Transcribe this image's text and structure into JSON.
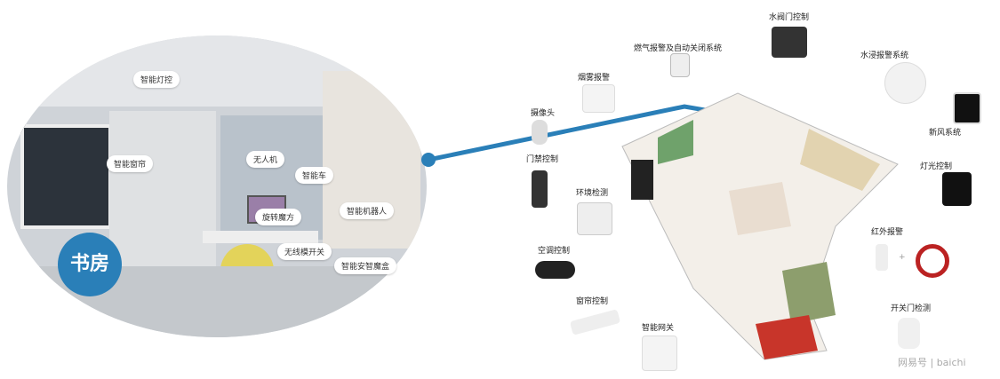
{
  "study": {
    "title": "书房",
    "bubbles": [
      "智能灯控",
      "智能窗帘",
      "无人机",
      "智能车",
      "旋转魔方",
      "智能机器人",
      "无线模开关",
      "智能安智魔盒"
    ]
  },
  "devices": [
    "水阀门控制",
    "燃气报警及自动关闭系统",
    "水浸报警系统",
    "烟雾报警",
    "摄像头",
    "新风系统",
    "门禁控制",
    "灯光控制",
    "环境检测",
    "红外报警",
    "空调控制",
    "窗帘控制",
    "开关门检测",
    "智能网关"
  ],
  "plus": "+",
  "watermark": "网易号 | baichi",
  "colors": {
    "accent": "#2a7fb8"
  }
}
